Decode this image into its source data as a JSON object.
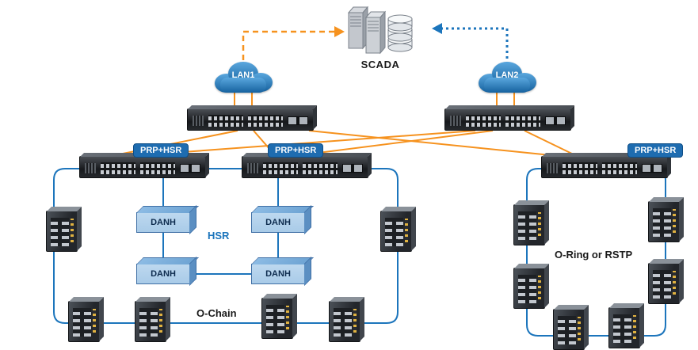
{
  "diagram": {
    "scada": {
      "label": "SCADA",
      "icon": "server-database-icon"
    },
    "lan_a": {
      "cloud_label": "LAN1",
      "icon": "cloud-icon"
    },
    "lan_b": {
      "cloud_label": "LAN2",
      "icon": "cloud-icon"
    },
    "core_switches": [
      {
        "badge": "PRP+HSR"
      },
      {
        "badge": "PRP+HSR"
      },
      {
        "badge": "PRP+HSR"
      }
    ],
    "danh_nodes": [
      "DANH",
      "DANH",
      "DANH",
      "DANH"
    ],
    "labels": {
      "hsr": "HSR",
      "ochain": "O-Chain",
      "oring": "O-Ring or RSTP"
    }
  },
  "colors": {
    "lan_a_line": "#F6921E",
    "lan_b_line": "#1C75BC",
    "badge_bg": "#1E6CB0",
    "hsr_text": "#1C75BC",
    "label_text": "#1A1A1A",
    "danh_front": "#A9CBE8",
    "cloud_top": "#5AA7DE",
    "cloud_bottom": "#16629F"
  }
}
